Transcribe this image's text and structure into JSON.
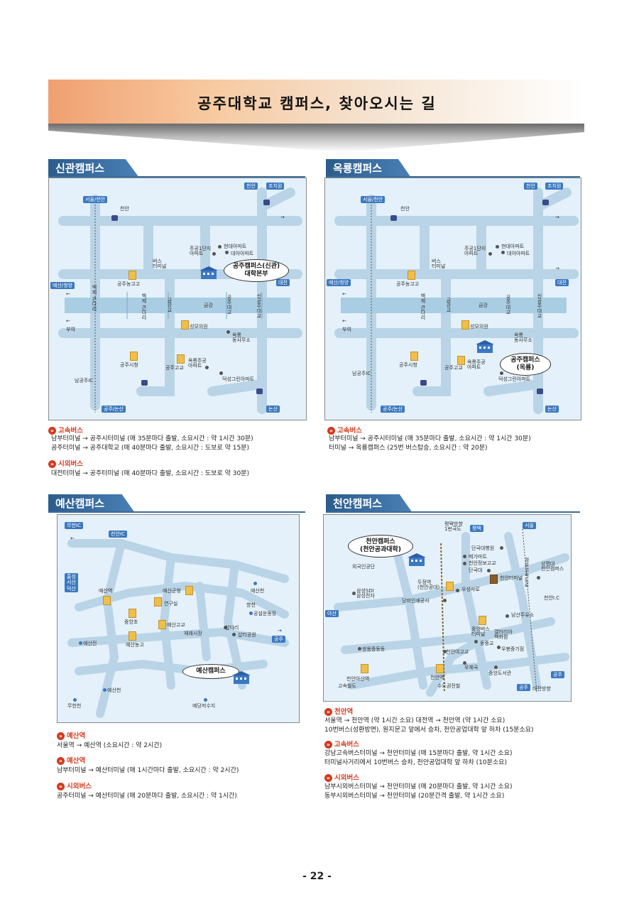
{
  "banner": {
    "title": "공주대학교 캠퍼스, 찾아오시는 길"
  },
  "page_number": "- 22 -",
  "shingwan": {
    "tab": "신관캠퍼스",
    "tags": {
      "cheonan": "천안",
      "jochiwon": "조치원",
      "seoul_cheonan": "서울/천안",
      "yesan_cheongyang": "예산/청양",
      "daejeon": "대전",
      "gongju_nonsan": "공주/논산",
      "nonsan": "논산"
    },
    "labels": {
      "cheonan": "천안",
      "hyundai_apt": "현대아파트",
      "jugong": "주공1단지\n아파트",
      "daeya_apt": "대아아파트",
      "bus_terminal": "버스\n터미널",
      "gongju_girls_high": "공주농고고",
      "buyeo": "부여",
      "baekjegunpyeong": "백제\n큰다리",
      "geumgang_bridge": "금강교",
      "geumgang": "금강",
      "sinsang_bridge": "신공주대교",
      "gongju_bridge": "공주대교",
      "seongmo_hospital": "성모의원",
      "okryong_office": "옥룡\n동사무소",
      "gongju_city_hall": "공주시청",
      "okryong_jugong": "옥룡주공\n아파트",
      "gongju_high": "공주고교",
      "deoksung_apt": "덕성그린아파트",
      "namgongju_ic": "남공주IC",
      "east": "→",
      "west": "←"
    },
    "bubble": "공주캠퍼스(신관)\n대학본부",
    "sections": [
      {
        "heading": "고속버스",
        "lines": [
          "남부터미널 → 공주시터미널 (매 35분마다 출발, 소요시간 : 약 1시간 30분)",
          "공주터미널 → 공주대학교 (매 40분마다 출발, 소요시간 : 도보로 약 15분)"
        ]
      },
      {
        "heading": "시외버스",
        "lines": [
          "대전터미널 → 공주터미널 (매 40분마다 출발, 소요시간 : 도보로 약 30분)"
        ]
      }
    ]
  },
  "okryong": {
    "tab": "옥룡캠퍼스",
    "tags": {
      "cheonan": "천안",
      "jochiwon": "조치원",
      "seoul_cheonan": "서울/천안",
      "yesan_cheongyang": "예산/청양",
      "daejeon": "대전",
      "gongju_nonsan": "공주/논산",
      "nonsan": "논산"
    },
    "labels": {
      "cheonan": "천안",
      "hyundai_apt": "현대아파트",
      "jugong": "주공1단지\n아파트",
      "daeya_apt": "대아아파트",
      "bus_terminal": "버스\n터미널",
      "gongju_girls_high": "공주농고고",
      "buyeo": "부여",
      "baekjegunpyeong": "백제\n큰다리",
      "geumgang_bridge": "금강교",
      "geumgang": "금강",
      "sinsang_bridge": "신공주대교",
      "gongju_bridge": "공주대교",
      "seongmo_hospital": "성모의원",
      "okryong_office": "옥룡\n동사무소",
      "gongju_city_hall": "공주시청",
      "okryong_jugong": "옥룡주공\n아파트",
      "gongju_high": "공주고교",
      "deoksung_apt": "덕성그린아파트",
      "namgongju_ic": "남공주IC",
      "east": "→",
      "west": "←"
    },
    "bubble": "공주캠퍼스\n(옥룡)",
    "sections": [
      {
        "heading": "고속버스",
        "lines": [
          "남부터미널 → 공주시터미널 (매 35분마다 출발, 소요시간 : 약 1시간 30분)",
          "터미널 → 옥룡캠퍼스 (25번 버스탑승, 소요시간 : 약 20분)"
        ]
      }
    ]
  },
  "yesan": {
    "tab": "예산캠퍼스",
    "tags": {
      "muhan_ic": "무한IC",
      "cheonan_ic": "천안IC",
      "hongseong": "홍성\n서산\n덕산",
      "gongju": "공주"
    },
    "labels": {
      "yesan_station": "예산역",
      "yesan_county": "예산군청",
      "yesan_cheon": "예산천",
      "research": "연구실",
      "hyangcheon": "향천",
      "gongseong": "공설운동장",
      "jungang": "중앙초",
      "yesan_high": "예산고교",
      "market": "재래시장",
      "sapgyo": "삽다리",
      "sapgyo_park": "삽티공원",
      "yesan_agri": "예산농고",
      "yesanjeon": "예산전",
      "muhancheon": "무한천",
      "yedang": "예당저수지",
      "east": "→",
      "west": "←"
    },
    "bubble": "예산캠퍼스",
    "sections": [
      {
        "heading": "예산역",
        "lines": [
          "서울역 → 예산역 (소요시간 : 약 2시간)"
        ]
      },
      {
        "heading": "예산역",
        "lines": [
          "남부터미널 → 예산터미널 (매 1시간마다 출발, 소요시간 : 약 2시간)"
        ]
      },
      {
        "heading": "시외버스",
        "lines": [
          "공주터미널 → 예산터미널 (매 20분마다 출발, 소요시간 : 약 1시간)"
        ]
      }
    ]
  },
  "cheonan": {
    "tab": "천안캠퍼스",
    "tags": {
      "pyeongtaek": "평택",
      "seoul": "서울",
      "asan": "아산",
      "gongju1": "공주",
      "gongju2": "공주"
    },
    "labels": {
      "pyeongtaek_road": "평택방향\n1번국도",
      "dankook_hospital": "단국대병원",
      "mega": "메가마트",
      "cheonan_info_high": "천안정보고교",
      "dankook": "단국대",
      "cheonan_terminal": "천안터미널",
      "sangmyung": "상명대\n천안캠퍼스",
      "worship": "외국인공단",
      "samsung": "삼성SDI\n삼성전자",
      "dujeong": "두정역\n(천안공대)",
      "ujeong": "우성사로",
      "dangbi": "당비인쇄공사",
      "cheonan_ic": "천안I.C",
      "namsan": "남산주유소",
      "central_bus": "중앙버스\n터미널",
      "gallery": "갤러리아\n백화점",
      "dongjung": "동중교",
      "ubung": "우봉중기점",
      "seonghwa": "쌍용중동동",
      "cheonan_girls_high": "천안여고교",
      "ujeh": "우체국",
      "jungang_library": "중앙도서관",
      "cheonan_station": "천안역",
      "cheonan_asan_station": "천안아산역",
      "gosokcheoldo": "고속철도",
      "sudo": "수도권전철",
      "daejeon_dir": "대전방향",
      "gyeongbu": "경부고속도로"
    },
    "bubble": "천안캠퍼스\n(천안공과대학)",
    "sections": [
      {
        "heading": "천안역",
        "lines": [
          "서울역 → 천안역 (약 1시간 소요) 대전역 → 천안역 (약 1시간 소요)",
          "10번버스(성환방면), 원지문고 앞에서 승차, 천안공업대학 앞 하차 (15분소요)"
        ]
      },
      {
        "heading": "고속버스",
        "lines": [
          "강남고속버스터미널 → 천안터미널 (매 15분마다 출발, 약 1시간 소요)",
          "터미널사거리에서 10번버스 승차, 천안공업대학 앞 하차 (10분소요)"
        ]
      },
      {
        "heading": "시외버스",
        "lines": [
          "남부시외버스터미널 → 천안터미널 (매 20분마다 출발, 약 1시간 소요)",
          "동부시외버스터미널 → 천안터미널 (20분간격 출발, 약 1시간 소요)"
        ]
      }
    ]
  }
}
